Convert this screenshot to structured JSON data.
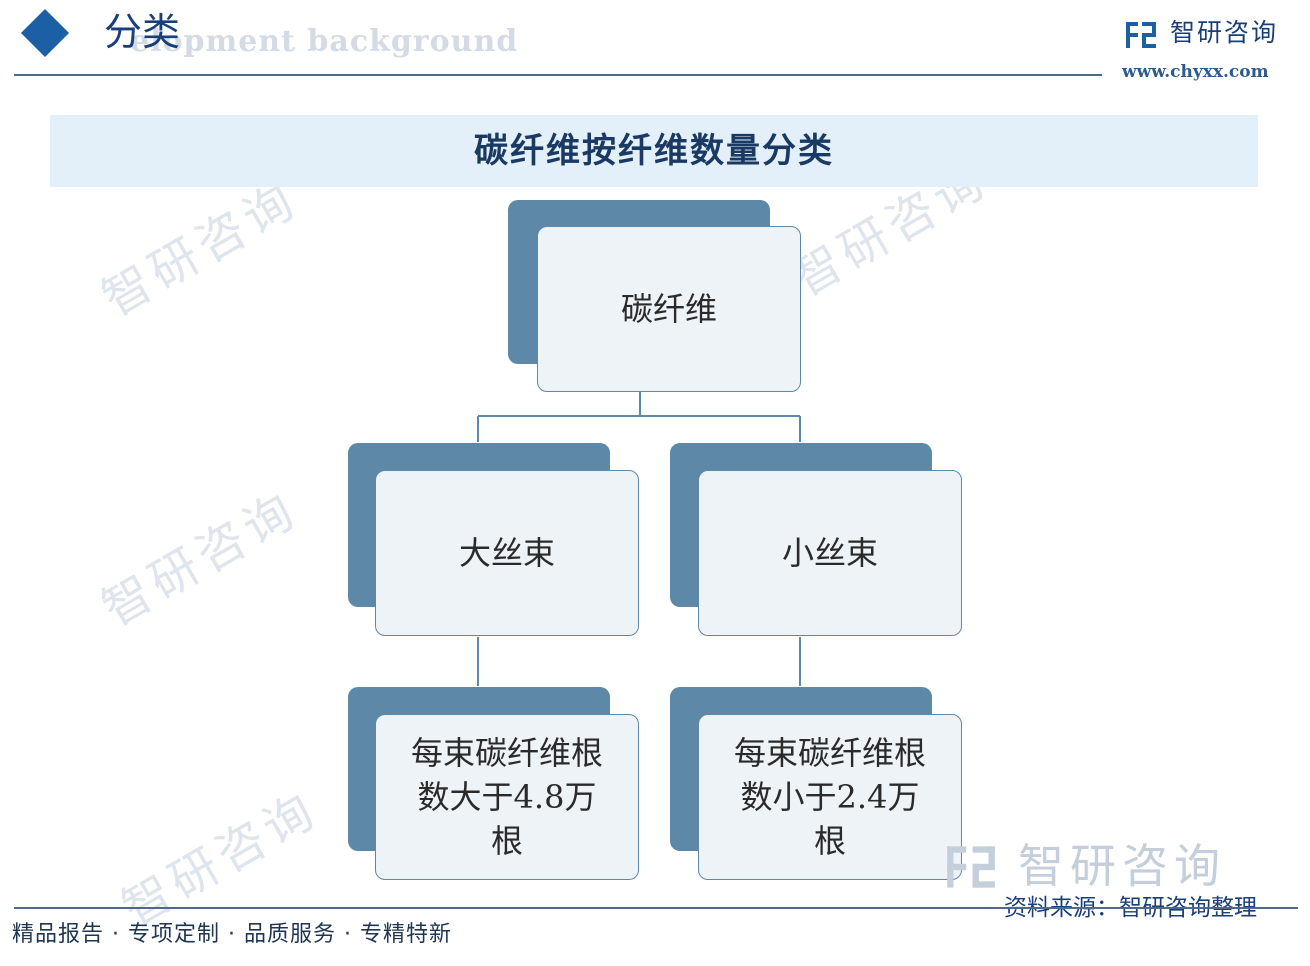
{
  "header": {
    "section_title": "分类",
    "background_text": "elopment background",
    "brand_name": "智研咨询",
    "brand_url": "www.chyxx.com"
  },
  "diagram": {
    "title": "碳纤维按纤维数量分类",
    "root": "碳纤维",
    "left_branch": "大丝束",
    "right_branch": "小丝束",
    "left_detail": [
      "每束碳纤维根",
      "数大于4.8万",
      "根"
    ],
    "right_detail": [
      "每束碳纤维根",
      "数小于2.4万",
      "根"
    ]
  },
  "footer": {
    "slogan": "精品报告 · 专项定制 · 品质服务 · 专精特新",
    "source": "资料来源：智研咨询整理",
    "watermark_brand": "智研咨询"
  },
  "colors": {
    "node_back": "#5d88a8",
    "node_front": "#eef3f8",
    "title_band": "#e3eff9",
    "brand": "#1a3f78"
  }
}
